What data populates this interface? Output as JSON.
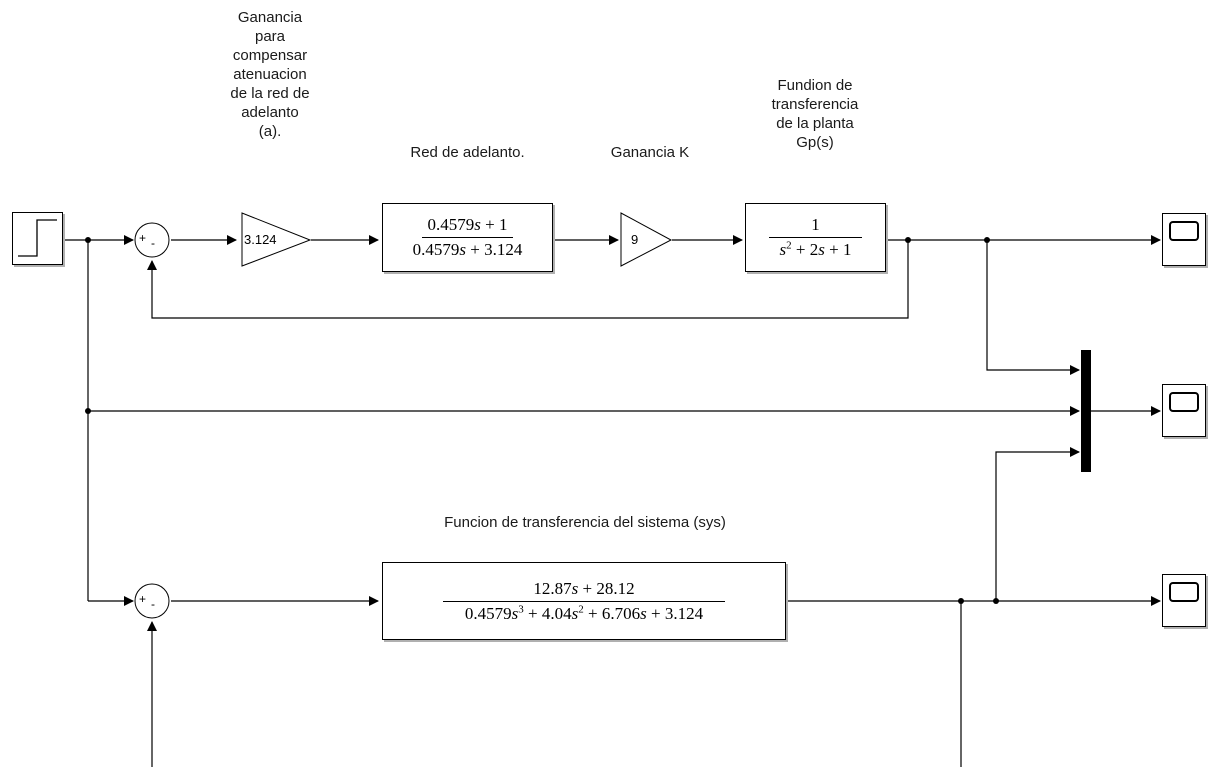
{
  "labels": {
    "gain_comp": [
      "Ganancia",
      "para",
      "compensar",
      "atenuacion",
      "de la red de",
      "adelanto",
      "(a)."
    ],
    "lead_net": "Red de adelanto.",
    "gain_k": "Ganancia K",
    "plant": [
      "Fundion de",
      "transferencia",
      "de la planta",
      "Gp(s)"
    ],
    "sys": "Funcion de transferencia del sistema (sys)"
  },
  "blocks": {
    "gain_comp_value": "3.124",
    "gain_k_value": "9",
    "lead": {
      "num": "0.4579s + 1",
      "den": "0.4579s + 3.124"
    },
    "plant": {
      "num": "1",
      "den": "s^2 + 2s + 1"
    },
    "sys": {
      "num": "12.87s + 28.12",
      "den": "0.4579s^3 + 4.04s^2 + 6.706s + 3.124"
    }
  },
  "sum_signs": {
    "plus": "+",
    "minus": "-"
  }
}
